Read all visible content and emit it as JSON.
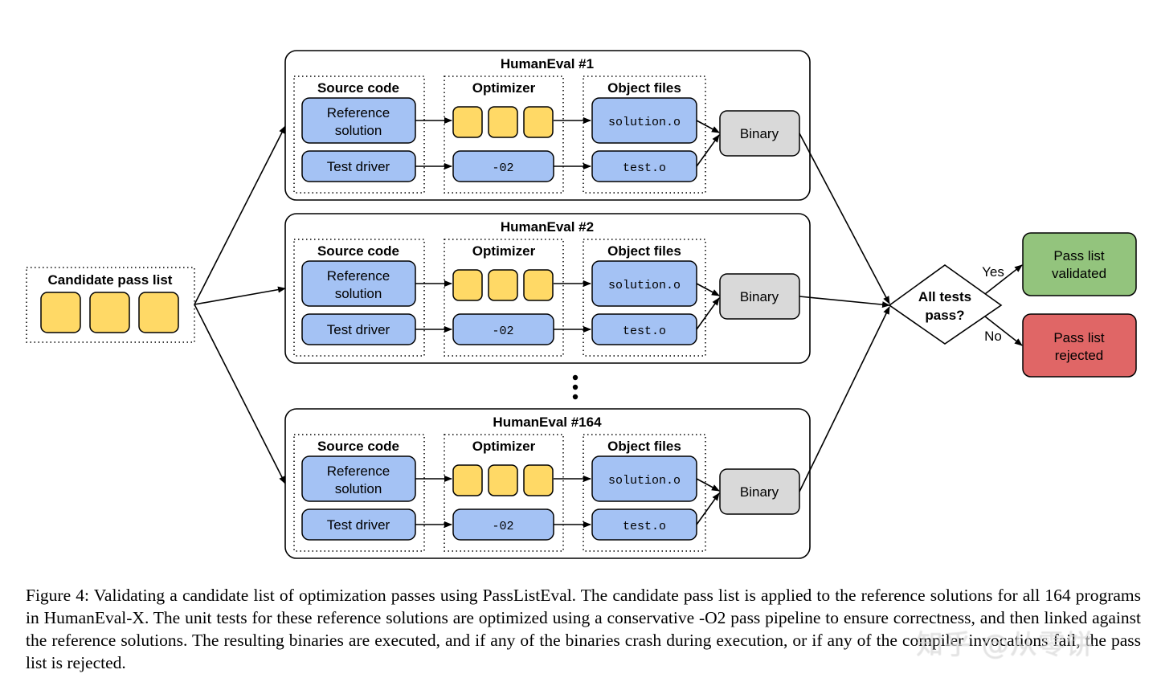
{
  "candidate": {
    "title": "Candidate pass list"
  },
  "groups": [
    {
      "title": "HumanEval #1"
    },
    {
      "title": "HumanEval #2"
    },
    {
      "title": "HumanEval #164"
    }
  ],
  "sections": {
    "source": "Source code",
    "optimizer": "Optimizer",
    "object": "Object files"
  },
  "labels": {
    "reference_line1": "Reference",
    "reference_line2": "solution",
    "test_driver": "Test driver",
    "o2": "-02",
    "solution_o": "solution.o",
    "test_o": "test.o",
    "binary": "Binary"
  },
  "decision": {
    "line1": "All tests",
    "line2": "pass?",
    "yes": "Yes",
    "no": "No"
  },
  "outcomes": {
    "validated_line1": "Pass list",
    "validated_line2": "validated",
    "rejected_line1": "Pass list",
    "rejected_line2": "rejected"
  },
  "caption": "Figure 4: Validating a candidate list of optimization passes using PassListEval. The candidate pass list is applied to the reference solutions for all 164 programs in HumanEval-X. The unit tests for these reference solutions are optimized using a conservative -O2 pass pipeline to ensure correctness, and then linked against the reference solutions. The resulting binaries are executed, and if any of the binaries crash during execution, or if any of the compiler invocations fail, the pass list is rejected.",
  "watermark": "知乎 @从零饼",
  "colors": {
    "blue": "#a4c2f4",
    "yellow": "#ffd966",
    "gray": "#d9d9d9",
    "green": "#93c47d",
    "red": "#e06666"
  }
}
